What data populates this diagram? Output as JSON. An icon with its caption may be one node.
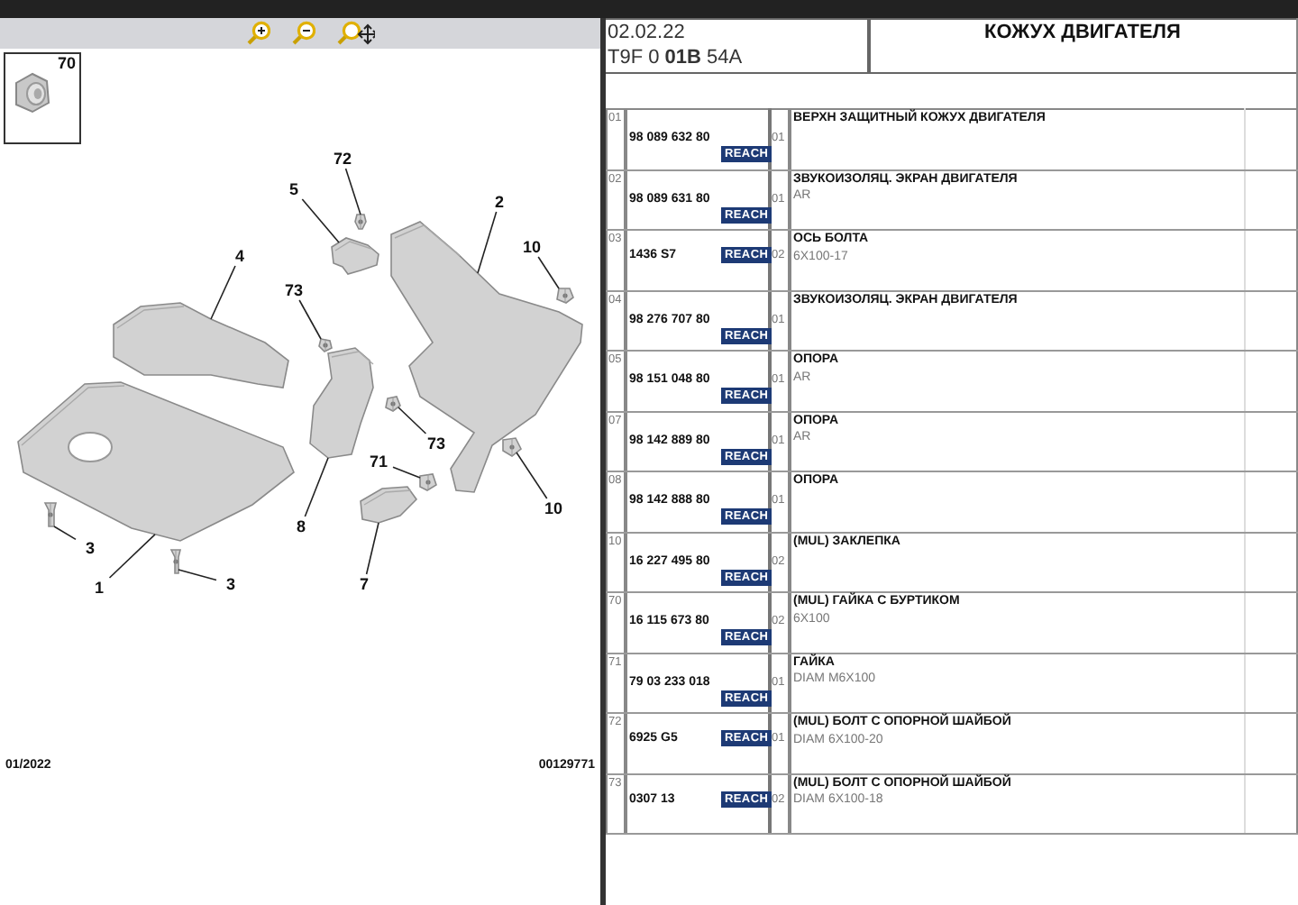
{
  "diagram": {
    "title": "КОЖУХ ДВИГАТЕЛЯ",
    "nodes": [
      {
        "text": [
          "70"
        ]
      },
      {
        "text": [
          "72"
        ]
      },
      {
        "text": [
          "5"
        ]
      },
      {
        "text": [
          "2"
        ]
      },
      {
        "text": [
          "10"
        ]
      },
      {
        "text": [
          "4"
        ]
      },
      {
        "text": [
          "73"
        ]
      },
      {
        "text": [
          "73"
        ]
      },
      {
        "text": [
          "71"
        ]
      },
      {
        "text": [
          "10"
        ]
      },
      {
        "text": [
          "8"
        ]
      },
      {
        "text": [
          "7"
        ]
      },
      {
        "text": [
          "3"
        ]
      },
      {
        "text": [
          "1"
        ]
      },
      {
        "text": [
          "3"
        ]
      },
      {
        "text": [],
        "shape": "picture"
      },
      {
        "text": [],
        "shape": "picture"
      },
      {
        "text": [],
        "shape": "picture"
      },
      {
        "text": [],
        "shape": "picture"
      },
      {
        "text": [],
        "shape": "picture"
      },
      {
        "text": [],
        "shape": "picture"
      },
      {
        "text": [],
        "shape": "picture"
      },
      {
        "text": [],
        "shape": "picture"
      },
      {
        "text": [],
        "shape": "picture"
      },
      {
        "text": [],
        "shape": "picture"
      },
      {
        "text": [],
        "shape": "picture"
      },
      {
        "text": [],
        "shape": "picture"
      },
      {
        "text": [],
        "shape": "picture"
      },
      {
        "text": [],
        "shape": "picture"
      }
    ],
    "edges": [
      {
        "from": 1,
        "to": 15,
        "arrow": "none"
      },
      {
        "from": 2,
        "to": 16,
        "arrow": "none"
      },
      {
        "from": 3,
        "to": 17,
        "arrow": "none"
      },
      {
        "from": 4,
        "to": 18,
        "arrow": "none"
      },
      {
        "from": 5,
        "to": 19,
        "arrow": "none"
      },
      {
        "from": 6,
        "to": 20,
        "arrow": "none"
      },
      {
        "from": 7,
        "to": 21,
        "arrow": "none"
      },
      {
        "from": 8,
        "to": 22,
        "arrow": "none"
      },
      {
        "from": 9,
        "to": 23,
        "arrow": "none"
      },
      {
        "from": 10,
        "to": 24,
        "arrow": "none"
      },
      {
        "from": 11,
        "to": 25,
        "arrow": "none"
      },
      {
        "from": 12,
        "to": 26,
        "arrow": "none"
      },
      {
        "from": 13,
        "to": 27,
        "arrow": "none"
      },
      {
        "from": 14,
        "to": 28,
        "arrow": "none"
      }
    ],
    "labels": [
      "02.02.22",
      "T9F 0 **01B** 54A",
      "01",
      "98 089 632 80",
      "REACH",
      "01",
      "ВЕРХН ЗАЩИТНЫЙ КОЖУХ ДВИГАТЕЛЯ",
      "02",
      "98 089 631 80",
      "REACH",
      "01",
      "ЗВУКОИЗОЛЯЦ. ЭКРАН ДВИГАТЕЛЯ",
      "AR",
      "03",
      "1436 S7",
      "REACH",
      "02",
      "ОСЬ БОЛТА",
      "6X100-17",
      "04",
      "98 276 707 80",
      "REACH",
      "01",
      "ЗВУКОИЗОЛЯЦ. ЭКРАН ДВИГАТЕЛЯ",
      "05",
      "98 151 048 80",
      "REACH",
      "01",
      "ОПОРА",
      "AR",
      "07",
      "98 142 889 80",
      "REACH",
      "01",
      "ОПОРА",
      "AR",
      "08",
      "98 142 888 80",
      "REACH",
      "01",
      "ОПОРА",
      "10",
      "16 227 495 80",
      "REACH",
      "02",
      "(MUL) ЗАКЛЕПКА",
      "70",
      "16 115 673 80",
      "REACH",
      "02",
      "(MUL) ГАЙКА С БУРТИКОМ",
      "6X100",
      "71",
      "79 03 233 018",
      "REACH",
      "01",
      "ГАЙКА",
      "DIAM M6X100",
      "72",
      "6925 G5",
      "REACH",
      "01",
      "(MUL) БОЛТ С ОПОРНОЙ ШАЙБОЙ",
      "DIAM 6X100-20",
      "73",
      "0307 13",
      "REACH",
      "02",
      "(MUL) БОЛТ С ОПОРНОЙ ШАЙБОЙ",
      "DIAM 6X100-18",
      "01/2022",
      "00129771"
    ]
  }
}
